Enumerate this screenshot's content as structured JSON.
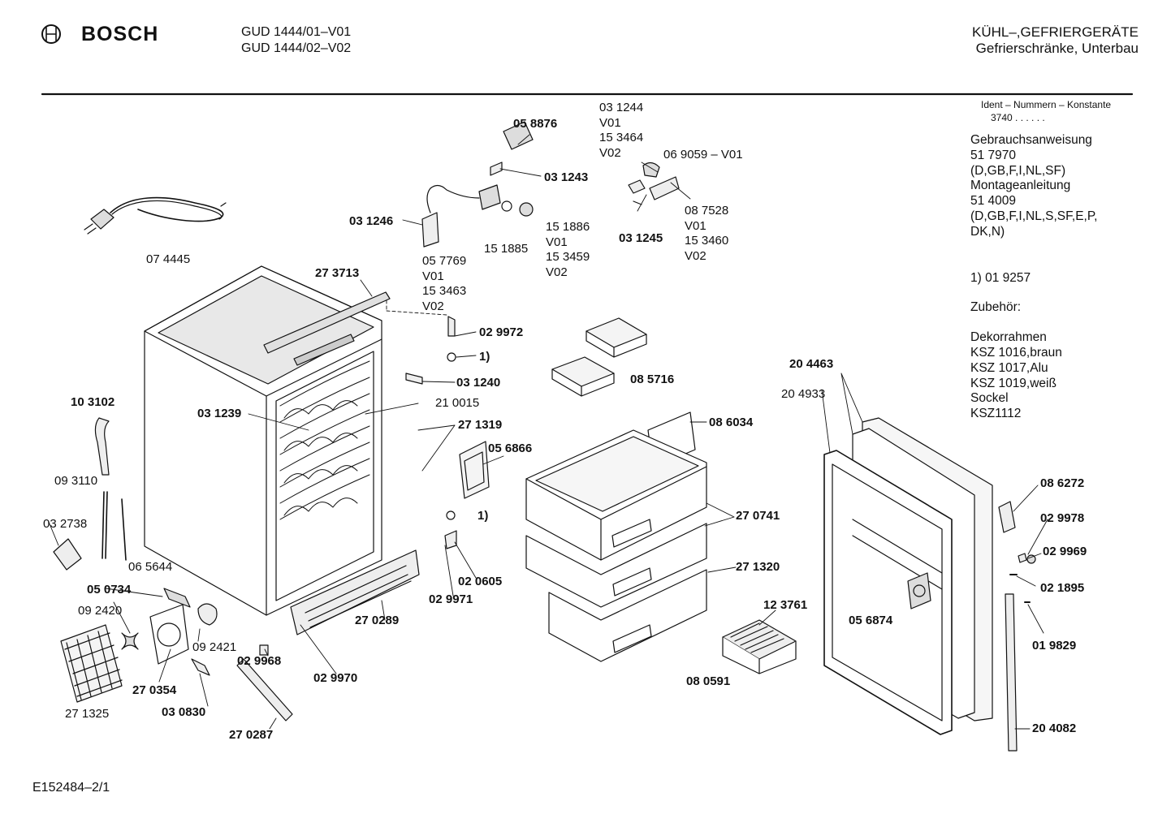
{
  "header": {
    "brand": "BOSCH",
    "models": [
      "GUD 1444/01–V01",
      "GUD 1444/02–V02"
    ],
    "category": [
      "KÜHL–,GEFRIERGERÄTE",
      "Gefrierschränke, Unterbau"
    ]
  },
  "ident": {
    "label": "Ident – Nummern – Konstante",
    "value": "3740 . .  . . . ."
  },
  "side_notes": [
    "Gebrauchsanweisung",
    "51 7970",
    "(D,GB,F,I,NL,SF)",
    "Montageanleitung",
    "51 4009",
    "(D,GB,F,I,NL,S,SF,E,P,",
    "DK,N)",
    "",
    "1)  01 9257",
    "",
    "Zubehör:",
    "",
    "Dekorrahmen",
    "KSZ 1016,braun",
    "KSZ 1017,Alu",
    "KSZ 1019,weiß",
    "Sockel",
    "KSZ1112"
  ],
  "part_labels": {
    "p074445": "07 4445",
    "p273713": "27 3713",
    "p031246": "03 1246",
    "p058876": "05 8876",
    "p031243": "03 1243",
    "p151886": "15 1886",
    "p151885": "15 1885",
    "p029972": "02 9972",
    "note1_a": "1)",
    "p031240": "03 1240",
    "p210015": "21 0015",
    "p031239": "03 1239",
    "p271319": "27 1319",
    "p103102": "10 3102",
    "p093110": "09 3110",
    "p032738": "03 2738",
    "p065644": "06 5644",
    "p050734": "05 0734",
    "p092420": "09 2420",
    "p092421": "09 2421",
    "p270354": "27 0354",
    "p271325": "27 1325",
    "p030830": "03 0830",
    "p270287": "27 0287",
    "p029968": "02 9968",
    "p029970": "02 9970",
    "p270289": "27 0289",
    "p056866": "05 6866",
    "note1_b": "1)",
    "p020605": "02 0605",
    "p029971": "02 9971",
    "p085716": "08 5716",
    "p086034": "08 6034",
    "p270741": "27 0741",
    "p271320": "27 1320",
    "p123761": "12 3761",
    "p080591": "08 0591",
    "p204463": "20 4463",
    "p204933": "20 4933",
    "p086272": "08 6272",
    "p029978": "02 9978",
    "p029969": "02 9969",
    "p021895": "02 1895",
    "p056874": "05 6874",
    "p019829": "01 9829",
    "p204082": "20 4082",
    "p031245": "03 1245",
    "p069059": "06 9059 – V01"
  },
  "label_blocks": {
    "thermostat": [
      "05 7769",
      "V01",
      "15 3463",
      "V02"
    ],
    "knob": [
      "15 1886",
      "V01",
      "15 3459",
      "V02"
    ],
    "lamp_top": [
      "03 1244",
      "V01",
      "15 3464",
      "V02"
    ],
    "lamp_cover": [
      "08 7528",
      "V01",
      "15 3460",
      "V02"
    ]
  },
  "footer": {
    "code": "E152484–2/1"
  }
}
